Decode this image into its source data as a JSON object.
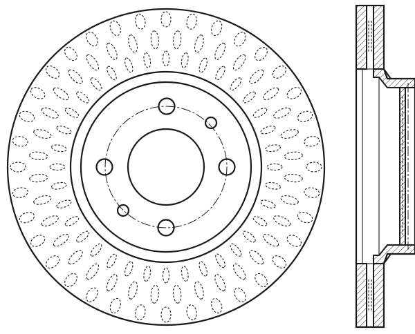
{
  "drawing": {
    "views": [
      "front-view",
      "side-section-view"
    ],
    "front_view": {
      "vent_rings": 3,
      "vents_per_ring": 36,
      "wheel_stud_holes": 4,
      "small_holes": 2,
      "center_bore": 1
    },
    "colors": {
      "line": "#1a1a1a",
      "background": "#ffffff"
    }
  }
}
